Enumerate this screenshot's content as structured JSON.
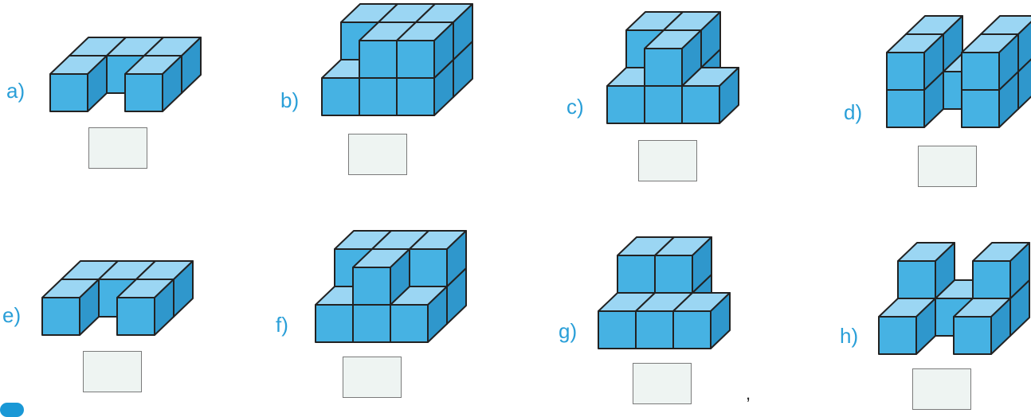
{
  "colors": {
    "cube_top": "#9bd6f3",
    "cube_front": "#46b2e3",
    "cube_side": "#2f97cc",
    "edge": "#222222",
    "label": "#2a9fd8",
    "answer_box_fill": "#eef4f2",
    "corner_tab": "#1a98d6"
  },
  "figures": [
    {
      "label": "a)",
      "cubes": [
        [
          0,
          0,
          0
        ],
        [
          1,
          1,
          0
        ],
        [
          2,
          0,
          0
        ],
        [
          0,
          1,
          0
        ],
        [
          2,
          1,
          0
        ]
      ]
    },
    {
      "label": "b)",
      "cubes": [
        [
          0,
          0,
          0
        ],
        [
          1,
          0,
          0
        ],
        [
          2,
          0,
          0
        ],
        [
          0,
          1,
          0
        ],
        [
          1,
          1,
          0
        ],
        [
          2,
          1,
          0
        ],
        [
          1,
          0,
          1
        ],
        [
          2,
          0,
          1
        ],
        [
          0,
          1,
          1
        ],
        [
          1,
          1,
          1
        ],
        [
          2,
          1,
          1
        ]
      ]
    },
    {
      "label": "c)",
      "cubes": [
        [
          0,
          0,
          0
        ],
        [
          1,
          0,
          0
        ],
        [
          2,
          0,
          0
        ],
        [
          0,
          1,
          0
        ],
        [
          1,
          1,
          0
        ],
        [
          1,
          0,
          1
        ],
        [
          0,
          1,
          1
        ],
        [
          1,
          1,
          1
        ]
      ]
    },
    {
      "label": "d)",
      "cubes": [
        [
          0,
          0,
          0
        ],
        [
          2,
          0,
          0
        ],
        [
          0,
          1,
          0
        ],
        [
          1,
          1,
          0
        ],
        [
          2,
          1,
          0
        ],
        [
          0,
          0,
          1
        ],
        [
          2,
          0,
          1
        ],
        [
          0,
          1,
          1
        ],
        [
          2,
          1,
          1
        ]
      ]
    },
    {
      "label": "e)",
      "cubes": [
        [
          0,
          0,
          0
        ],
        [
          1,
          1,
          0
        ],
        [
          2,
          0,
          0
        ],
        [
          0,
          1,
          0
        ],
        [
          2,
          1,
          0
        ]
      ]
    },
    {
      "label": "f)",
      "cubes": [
        [
          0,
          0,
          0
        ],
        [
          1,
          0,
          0
        ],
        [
          2,
          0,
          0
        ],
        [
          0,
          1,
          0
        ],
        [
          1,
          1,
          0
        ],
        [
          2,
          1,
          0
        ],
        [
          1,
          0,
          1
        ],
        [
          0,
          1,
          1
        ],
        [
          1,
          1,
          1
        ],
        [
          2,
          1,
          1
        ]
      ]
    },
    {
      "label": "g)",
      "cubes": [
        [
          0,
          0,
          0
        ],
        [
          1,
          0,
          0
        ],
        [
          2,
          0,
          0
        ],
        [
          0,
          1,
          0
        ],
        [
          1,
          1,
          0
        ],
        [
          0,
          1,
          1
        ],
        [
          1,
          1,
          1
        ]
      ]
    },
    {
      "label": "h)",
      "cubes": [
        [
          1,
          1,
          0
        ],
        [
          2,
          0,
          0
        ],
        [
          0,
          1,
          0
        ],
        [
          0,
          0,
          0
        ],
        [
          2,
          1,
          0
        ],
        [
          0,
          1,
          1
        ],
        [
          2,
          1,
          1
        ]
      ]
    }
  ],
  "stray_mark": ","
}
